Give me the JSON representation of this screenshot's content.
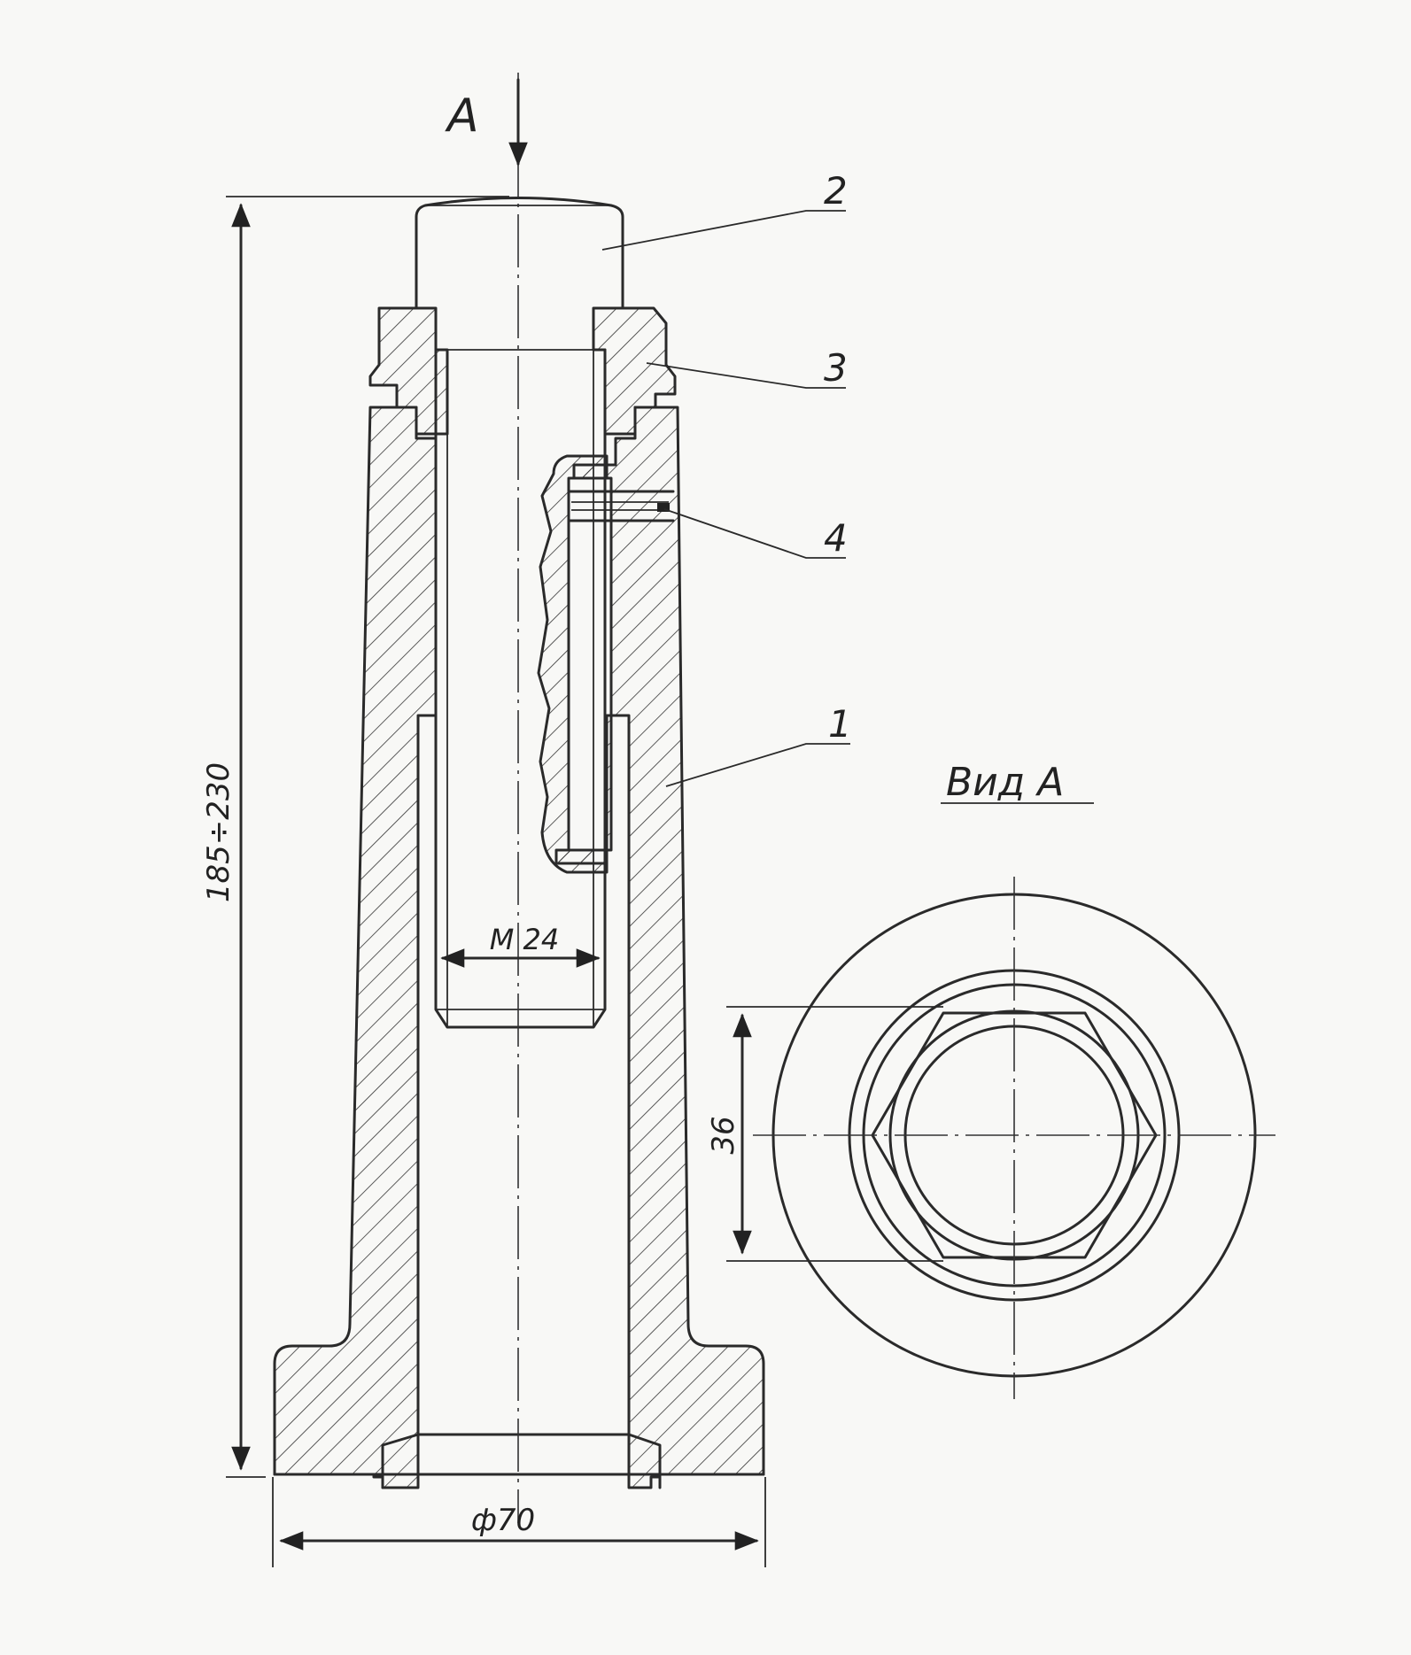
{
  "view_arrow_label": "А",
  "view_caption": "Вид А",
  "dimensions": {
    "height": "185÷230",
    "diameter": "ф70",
    "thread": "М 24",
    "hex_size": "36"
  },
  "callouts": [
    {
      "id": "callout-2",
      "text": "2"
    },
    {
      "id": "callout-3",
      "text": "3"
    },
    {
      "id": "callout-4",
      "text": "4"
    },
    {
      "id": "callout-1",
      "text": "1"
    }
  ]
}
